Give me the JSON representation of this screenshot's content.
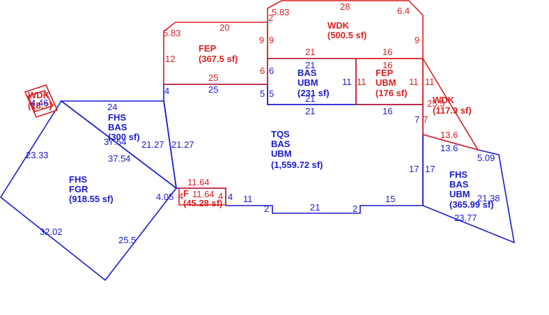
{
  "colors": {
    "living_area": "#1a1acf",
    "non_living_area": "#d81f1f"
  },
  "areas": [
    {
      "id": "wdk-top",
      "lines": [
        "WDK",
        "(500.5 sf)"
      ]
    },
    {
      "id": "fep-top",
      "lines": [
        "FEP",
        "(367.5 sf)"
      ]
    },
    {
      "id": "bas-ubm-small",
      "lines": [
        "BAS",
        "UBM",
        "(231 sf)"
      ]
    },
    {
      "id": "fep-ubm",
      "lines": [
        "FEP",
        "UBM",
        "(176 sf)"
      ]
    },
    {
      "id": "wdk-right",
      "lines": [
        "WDK",
        "(117.9 sf)"
      ]
    },
    {
      "id": "tqs-bas-ubm",
      "lines": [
        "TQS",
        "BAS",
        "UBM",
        "(1,559.72 sf)"
      ]
    },
    {
      "id": "fhs-bas",
      "lines": [
        "FHS",
        "BAS",
        "(300 sf)"
      ]
    },
    {
      "id": "fhs-fgr",
      "lines": [
        "FHS",
        "FGR",
        "(918.55 sf)"
      ]
    },
    {
      "id": "fhs-bas-ubm",
      "lines": [
        "FHS",
        "BAS",
        "UBM",
        "(365.99 sf)"
      ]
    },
    {
      "id": "small-box",
      "lines": [
        "F",
        "(45.28 sf)"
      ]
    },
    {
      "id": "tiny-left",
      "lines": [
        "WDK",
        "(18.?)"
      ]
    }
  ],
  "dimensions": {
    "blue": [
      "24",
      "37.54",
      "37.54",
      "21.27",
      "21.27",
      "23.33",
      "32.02",
      "25.5",
      "4.05",
      "4",
      "11",
      "2",
      "21",
      "2",
      "15",
      "17",
      "17",
      "13.6",
      "5.09",
      "21.38",
      "23.77",
      "25",
      "4",
      "5",
      "5",
      "6",
      "21",
      "21",
      "11",
      "16",
      "7",
      "4.46",
      "4.46"
    ],
    "red": [
      "5.83",
      "20",
      "12",
      "25",
      "6",
      "9",
      "9",
      "21",
      "16",
      "16",
      "11",
      "11",
      "11",
      "28",
      "6.4",
      "9",
      "13.6",
      "7",
      "25.5",
      "11.64",
      "11.64",
      "4",
      "4",
      "2",
      "5.83"
    ]
  }
}
